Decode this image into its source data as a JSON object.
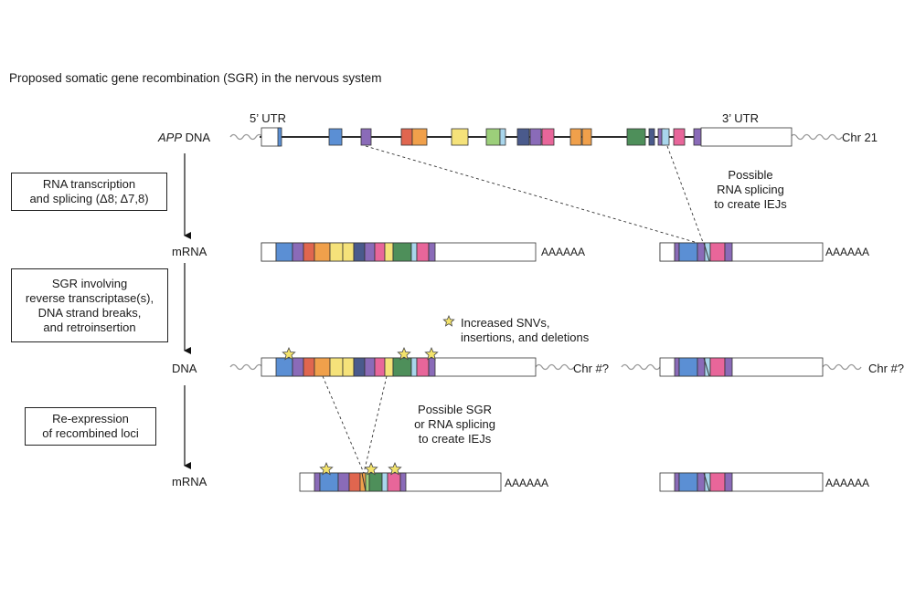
{
  "title": "Proposed somatic gene recombination (SGR) in the nervous system",
  "app_dna": {
    "gene": "APP",
    "label": "DNA",
    "utr5": "5’ UTR",
    "utr3": "3’ UTR",
    "chromosome": "Chr 21"
  },
  "steps": [
    {
      "lines": [
        "RNA transcription",
        "and splicing (Δ8; Δ7,8)"
      ]
    },
    {
      "lines": [
        "SGR involving",
        "reverse transcriptase(s),",
        "DNA strand breaks,",
        "and retroinsertion"
      ]
    },
    {
      "lines": [
        "Re-expression",
        "of recombined loci"
      ]
    }
  ],
  "row_labels": {
    "mrna1": "mRNA",
    "dna": "DNA",
    "mrna2": "mRNA"
  },
  "poly_a": "AAAAAA",
  "chr_unknown": "Chr #?",
  "annotations": {
    "splice_top": [
      "Possible",
      "RNA splicing",
      "to create IEJs"
    ],
    "snv": [
      "Increased SNVs,",
      "insertions, and deletions"
    ],
    "sgr_bottom": [
      "Possible SGR",
      "or RNA splicing",
      "to create IEJs"
    ]
  },
  "colors": {
    "exon_blue": "#5b8fd4",
    "exon_purple": "#8a6bb8",
    "exon_red": "#e0664f",
    "exon_orange": "#f0a04b",
    "exon_yellow": "#f5e27a",
    "exon_lightgreen": "#9ccf7a",
    "exon_lightblue": "#a9d6ec",
    "exon_navy": "#4a5a8c",
    "exon_pink": "#e8669a",
    "exon_green": "#4e8f5a",
    "exon_magenta": "#c24a9c",
    "star": "#f3e36b"
  }
}
